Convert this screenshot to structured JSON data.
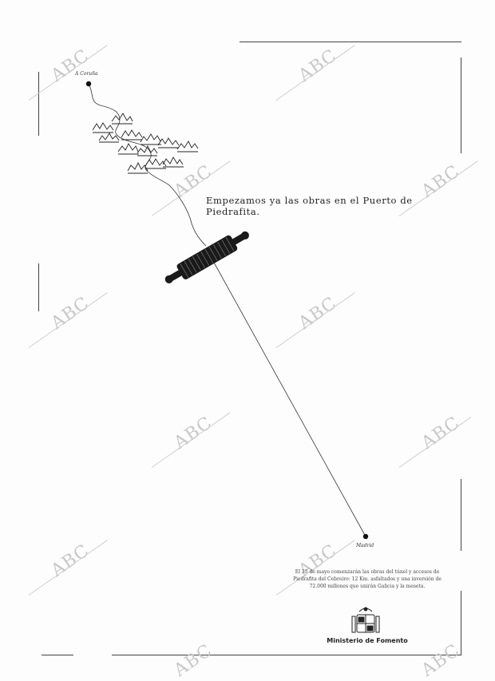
{
  "watermark_text": "ABC",
  "cities": {
    "origin": "A Coruña",
    "destination": "Madrid"
  },
  "headline": "Empezamos ya las obras en el Puerto de Piedrafita.",
  "body": "El 25 de mayo comenzarán las obras del túnel y accesos de Piedrafita del Cebreiro: 12 Km. asfaltados y una inversión de 72.000 millones que unirán Galicia y la meseta.",
  "ministry": "Ministerio de Fomento",
  "icons": [
    "coat-of-arms-icon",
    "mountain-icon",
    "rolling-pin-icon"
  ]
}
